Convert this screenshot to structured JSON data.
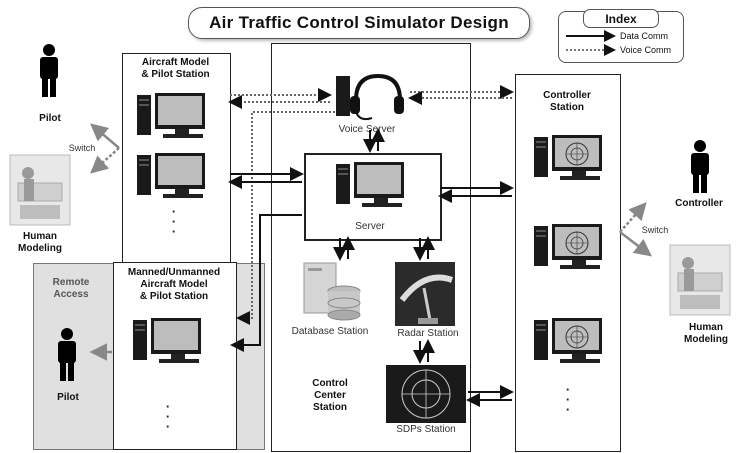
{
  "title": "Air Traffic Control Simulator Design",
  "index": {
    "title": "Index",
    "data_comm": "Data Comm",
    "voice_comm": "Voice Comm"
  },
  "left_top_station": {
    "label_line1": "Aircraft Model",
    "label_line2": "& Pilot Station"
  },
  "remote": {
    "label_line1": "Remote",
    "label_line2": "Access",
    "station_line1": "Manned/Unmanned",
    "station_line2": "Aircraft Model",
    "station_line3": "& Pilot Station",
    "pilot_label": "Pilot"
  },
  "left_people": {
    "pilot_label": "Pilot",
    "switch_label": "Switch",
    "human_line1": "Human",
    "human_line2": "Modeling"
  },
  "center": {
    "voice_server": "Voice Server",
    "server": "Server",
    "database_station": "Database Station",
    "radar_station": "Radar Station",
    "sdps_station": "SDPs Station",
    "control_line1": "Control",
    "control_line2": "Center",
    "control_line3": "Station"
  },
  "right": {
    "controller_station_line1": "Controller",
    "controller_station_line2": "Station",
    "controller_label": "Controller",
    "switch_label": "Switch",
    "human_line1": "Human",
    "human_line2": "Modeling"
  },
  "ellipsis": "·"
}
